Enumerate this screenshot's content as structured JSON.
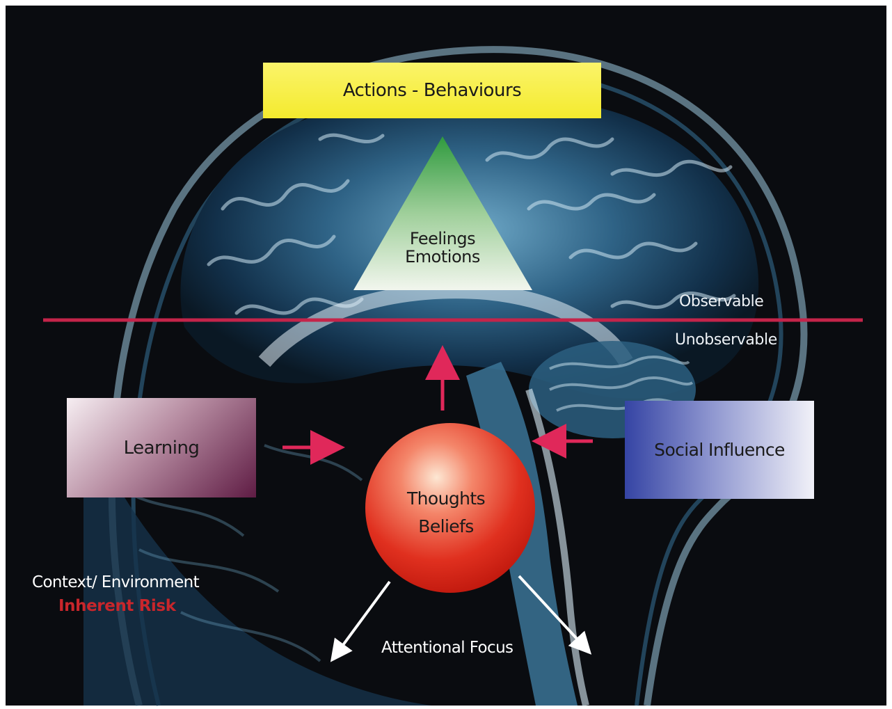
{
  "diagram": {
    "top_box": "Actions - Behaviours",
    "triangle": {
      "line1": "Feelings",
      "line2": "Emotions"
    },
    "divider": {
      "above": "Observable",
      "below": "Unobservable"
    },
    "left_box": "Learning",
    "right_box": "Social Influence",
    "circle": {
      "line1": "Thoughts",
      "line2": "Beliefs"
    },
    "context": "Context/ Environment",
    "risk": "Inherent Risk",
    "focus": "Attentional Focus"
  },
  "colors": {
    "background": "#0a0c10",
    "divider_line": "#c4244a",
    "arrow_pink": "#e0285a",
    "arrow_white": "#ffffff",
    "box_yellow": "#f4ea2e",
    "risk_text": "#c9262b"
  }
}
